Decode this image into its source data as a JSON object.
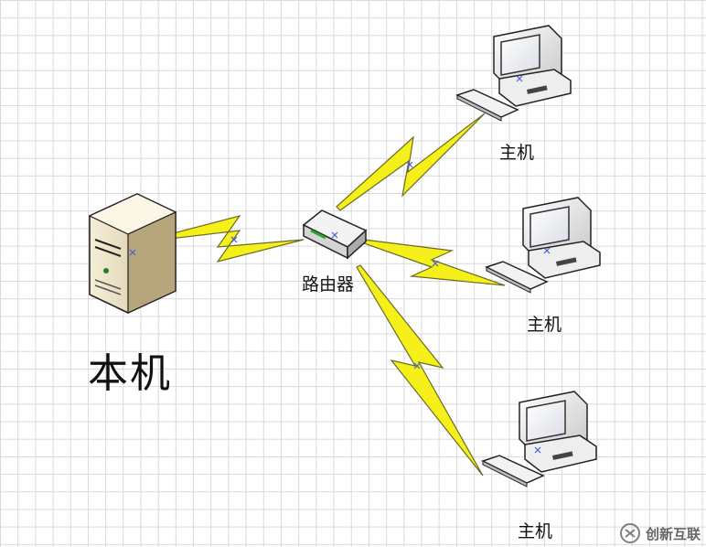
{
  "nodes": {
    "server_label": "本机",
    "router_label": "路由器",
    "host1_label": "主机",
    "host2_label": "主机",
    "host3_label": "主机"
  },
  "watermark": {
    "text": "创新互联"
  },
  "colors": {
    "bolt": "#f5ef1a",
    "bolt_stroke": "#6b6a2a",
    "grid": "#d9d9d9"
  }
}
